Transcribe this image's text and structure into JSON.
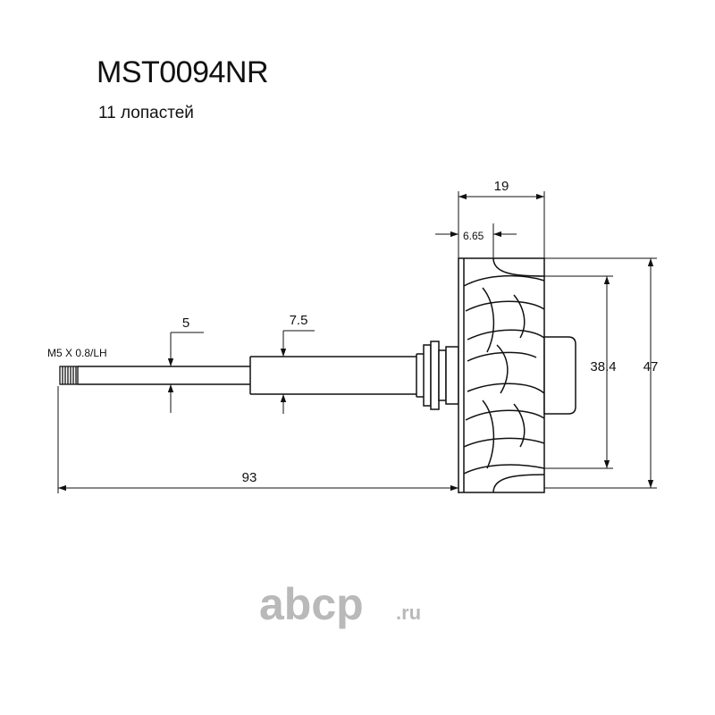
{
  "header": {
    "part_number": "MST0094NR",
    "blades": "11 лопастей"
  },
  "dimensions": {
    "wheel_length": "19",
    "hub_offset": "6.65",
    "thread": "M5 X 0.8/LH",
    "shaft_small_diameter": "5",
    "shaft_large_diameter": "7.5",
    "overall_length": "93",
    "hub_diameter": "38.4",
    "wheel_diameter": "47"
  },
  "logo": {
    "main": "abcp",
    "suffix": ".ru",
    "color": "#b9b9b9"
  }
}
